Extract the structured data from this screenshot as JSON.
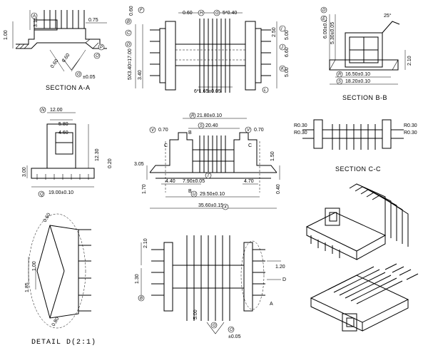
{
  "section_labels": {
    "aa": "SECTION  A-A",
    "bb": "SECTION  B-B",
    "cc": "SECTION  C-C",
    "detail": "DETAIL  D(2:1)"
  },
  "dims": {
    "d1_00": "1.00",
    "d3_15": "3.15",
    "d0_75": "0.75",
    "d0_60a": "0.60",
    "d6_60": "6.60",
    "d0_05a": "±0.05",
    "d0_60top": "0.60",
    "d0_60b": "0.60",
    "d5x0_40": "5*0.40",
    "d5_0": "5.0",
    "d5_00": "5.00",
    "d6_60b": "6.60",
    "d5_00b": "5.00",
    "d3_40": "3.40",
    "d5x3_40": "5X3.40=17.00",
    "d2_50": "2.50",
    "d1_65": "6*1.65±0.05",
    "d6_00": "6.00±0.05",
    "d5_30": "5.30±0.05",
    "d2_10": "2.10",
    "d16_50": "16.50±0.10",
    "d18_20": "18.20±0.10",
    "d25": "25°",
    "d12_00": "12.00",
    "d5_80": "5.80",
    "d4_60": "4.60",
    "d12_30": "12.30",
    "d3_00": "3.00",
    "d0_20": "0.20",
    "d19_00": "19.00±0.10",
    "d21_80": "21.80±0.10",
    "d20_40": "20.40",
    "d0_70a": "0.70",
    "d0_70b": "0.70",
    "d3_05": "3.05",
    "d1_50": "1.50",
    "d4_40": "4.40",
    "d7_90": "7.90±0.05",
    "d4_70": "4.70",
    "d1_70": "1.70",
    "d0_40": "0.40",
    "d29_50": "29.50±0.10",
    "d35_60": "35.60±0.15",
    "r030a": "R0.30",
    "r030b": "R0.30",
    "r030c": "R0.30",
    "r030d": "R0.30",
    "dd0_60": "0.60",
    "dd1_00": "1.00",
    "dd1_85": "1.85",
    "dd0_80": "0.80",
    "b2_10": "2.10",
    "b1_30": "1.30",
    "b1_20": "1.20",
    "b5_00": "5.00",
    "b0_05": "±0.05",
    "letterA": "A",
    "letterB": "B",
    "letterC": "C",
    "letterD": "D"
  },
  "callouts": [
    "A",
    "B",
    "C",
    "D",
    "E",
    "F",
    "G",
    "H",
    "I",
    "J",
    "K",
    "L",
    "M",
    "N",
    "O",
    "P",
    "Q",
    "R",
    "S",
    "T",
    "U",
    "V",
    "W",
    "X"
  ]
}
